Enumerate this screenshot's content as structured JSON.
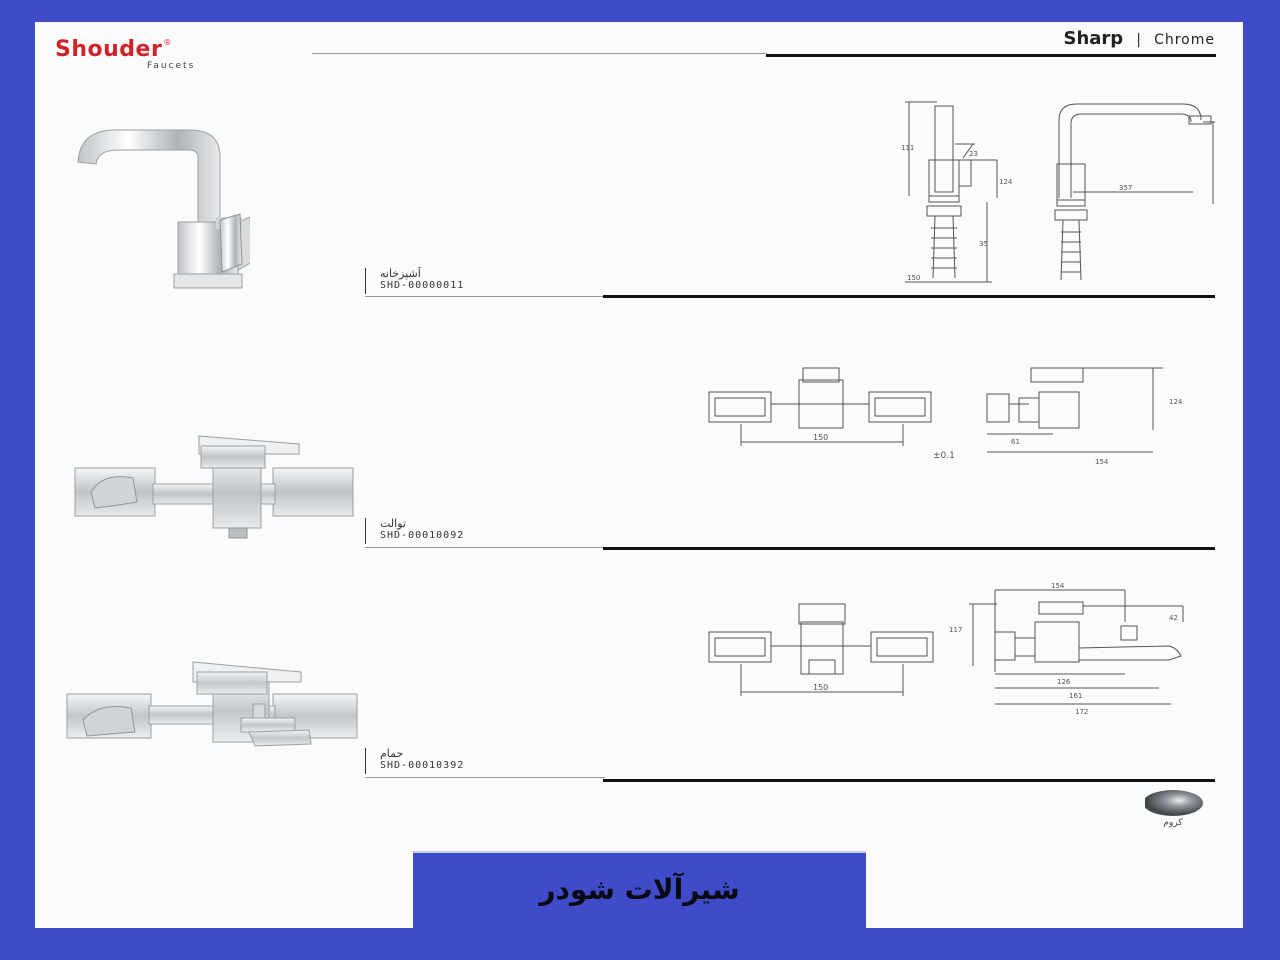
{
  "brand": {
    "name": "Shouder",
    "tagline": "Faucets",
    "registered": "®",
    "color": "#d2232a"
  },
  "series": {
    "name": "Sharp",
    "separator": "|",
    "finish": "Chrome"
  },
  "products": [
    {
      "name": "آشپزخانه",
      "code": "SHD-00000011",
      "dims": [
        "357",
        "111",
        "124",
        "150",
        "23",
        "35"
      ]
    },
    {
      "name": "توالت",
      "code": "SHD-00010092",
      "dims": [
        "150",
        "124",
        "61",
        "154",
        "±0.1"
      ]
    },
    {
      "name": "حمام",
      "code": "SHD-00010392",
      "dims": [
        "150",
        "154",
        "42",
        "117",
        "126",
        "161",
        "172"
      ]
    }
  ],
  "finish_swatch": {
    "label": "کروم",
    "color": "#555a60"
  },
  "banner": {
    "text": "شیرآلات شودر",
    "color": "#3f4bc8"
  }
}
